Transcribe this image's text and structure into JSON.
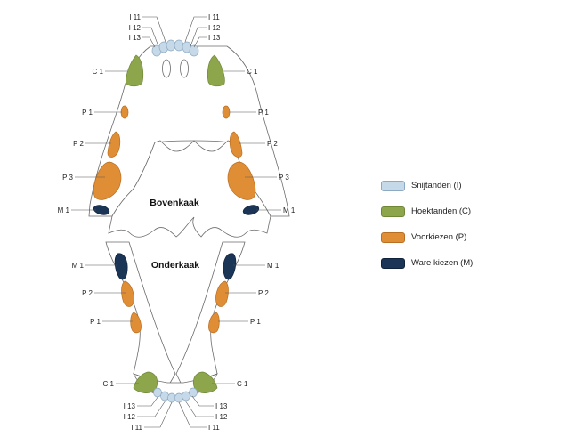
{
  "jaws": {
    "upper": "Bovenkaak",
    "lower": "Onderkaak"
  },
  "labels": {
    "upper_incisor_1": "I 11",
    "upper_incisor_2": "I 12",
    "upper_incisor_3": "I 13",
    "lower_incisor_1": "I 11",
    "lower_incisor_2": "I 12",
    "lower_incisor_3": "I 13",
    "canine": "C 1",
    "premolar_1": "P 1",
    "premolar_2": "P 2",
    "premolar_3": "P 3",
    "molar_1": "M 1"
  },
  "legend": [
    {
      "label": "Snijtanden (I)",
      "color": "#c6d9e8",
      "border": "#8ea9c2"
    },
    {
      "label": "Hoektanden (C)",
      "color": "#8da64b",
      "border": "#6e8838"
    },
    {
      "label": "Voorkiezen (P)",
      "color": "#e08e36",
      "border": "#b86e22"
    },
    {
      "label": "Ware kiezen (M)",
      "color": "#1b3556",
      "border": "#10223b"
    }
  ],
  "colors": {
    "incisor": "#c6d9e8",
    "canine": "#8da64b",
    "premolar": "#e08e36",
    "molar": "#1b3556"
  }
}
